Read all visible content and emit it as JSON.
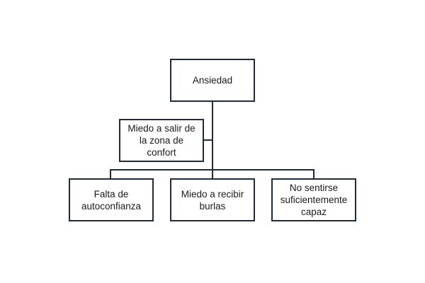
{
  "diagram": {
    "root": {
      "label": "Ansiedad"
    },
    "side_node": {
      "label": "Miedo a salir de la zona de confort"
    },
    "children": [
      {
        "label": "Falta de autoconfianza"
      },
      {
        "label": "Miedo a recibir burlas"
      },
      {
        "label": "No sentirse suficientemente capaz"
      }
    ],
    "line_color": "#1f2a3a"
  }
}
